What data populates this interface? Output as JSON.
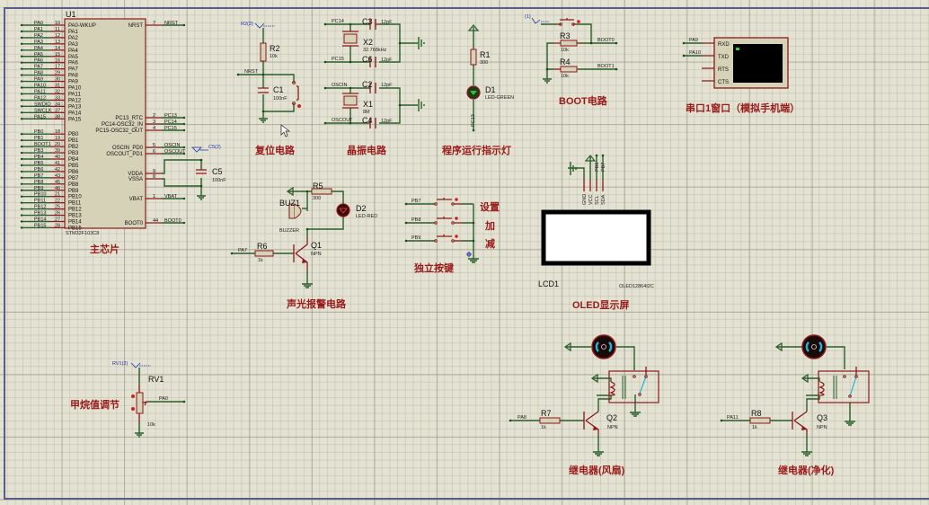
{
  "app": "Proteus ISIS schematic",
  "mcu": {
    "ref": "U1",
    "part": "STM32F103C8",
    "section_title": "主芯片",
    "left_pins": [
      {
        "net": "PA0",
        "num": "10",
        "name": "PA0-WKUP"
      },
      {
        "net": "PA1",
        "num": "11",
        "name": "PA1"
      },
      {
        "net": "PA2",
        "num": "12",
        "name": "PA2"
      },
      {
        "net": "PA3",
        "num": "13",
        "name": "PA3"
      },
      {
        "net": "PA4",
        "num": "14",
        "name": "PA4"
      },
      {
        "net": "PA5",
        "num": "15",
        "name": "PA5"
      },
      {
        "net": "PA6",
        "num": "16",
        "name": "PA6"
      },
      {
        "net": "PA7",
        "num": "17",
        "name": "PA7"
      },
      {
        "net": "PA8",
        "num": "29",
        "name": "PA8"
      },
      {
        "net": "PA9",
        "num": "30",
        "name": "PA9"
      },
      {
        "net": "PA10",
        "num": "31",
        "name": "PA10"
      },
      {
        "net": "PA11",
        "num": "32",
        "name": "PA11"
      },
      {
        "net": "PA12",
        "num": "33",
        "name": "PA12"
      },
      {
        "net": "SWDIO",
        "num": "34",
        "name": "PA13"
      },
      {
        "net": "SWCLK",
        "num": "37",
        "name": "PA14"
      },
      {
        "net": "PA15",
        "num": "38",
        "name": "PA15"
      },
      {
        "net": "PB0",
        "num": "18",
        "name": "PB0"
      },
      {
        "net": "PB1",
        "num": "19",
        "name": "PB1"
      },
      {
        "net": "BOOT1",
        "num": "20",
        "name": "PB2"
      },
      {
        "net": "PB3",
        "num": "39",
        "name": "PB3"
      },
      {
        "net": "PB4",
        "num": "40",
        "name": "PB4"
      },
      {
        "net": "PB5",
        "num": "41",
        "name": "PB5"
      },
      {
        "net": "PB6",
        "num": "42",
        "name": "PB6"
      },
      {
        "net": "PB7",
        "num": "43",
        "name": "PB7"
      },
      {
        "net": "PB8",
        "num": "45",
        "name": "PB8"
      },
      {
        "net": "PB9",
        "num": "46",
        "name": "PB9"
      },
      {
        "net": "PB10",
        "num": "21",
        "name": "PB10"
      },
      {
        "net": "PB11",
        "num": "22",
        "name": "PB11"
      },
      {
        "net": "PB12",
        "num": "25",
        "name": "PB12"
      },
      {
        "net": "PB13",
        "num": "26",
        "name": "PB13"
      },
      {
        "net": "PB14",
        "num": "27",
        "name": "PB14"
      },
      {
        "net": "PB15",
        "num": "28",
        "name": "PB15"
      }
    ],
    "right_pins": [
      {
        "net": "NRST",
        "num": "7",
        "name": "NRST"
      },
      {
        "net": "PC13",
        "num": "2",
        "name": "PC13_RTC"
      },
      {
        "net": "PC14",
        "num": "3",
        "name": "PC14-OSC32_IN"
      },
      {
        "net": "PC15",
        "num": "4",
        "name": "PC15-OSC32_OUT"
      },
      {
        "net": "OSCIN",
        "num": "5",
        "name": "OSCIN_PD0"
      },
      {
        "net": "OSCOUT",
        "num": "6",
        "name": "OSCOUT_PD1"
      },
      {
        "net": "",
        "num": "9",
        "name": "VDDA"
      },
      {
        "net": "",
        "num": "8",
        "name": "VSSA"
      },
      {
        "net": "VBAT",
        "num": "1",
        "name": "VBAT"
      },
      {
        "net": "BOOT0",
        "num": "44",
        "name": "BOOT0"
      }
    ],
    "c5": {
      "ref": "C5",
      "value": "100nF",
      "probe": "C5(2)"
    }
  },
  "reset": {
    "title": "复位电路",
    "r_ref": "R2",
    "r_val": "10k",
    "c_ref": "C1",
    "c_val": "100nF",
    "net": "NRST",
    "probe": "R2(2)"
  },
  "crystal": {
    "title": "晶振电路",
    "x2_ref": "X2",
    "x2_val": "32.768kHz",
    "x1_ref": "X1",
    "x1_val": "8M",
    "caps": [
      {
        "ref": "C3",
        "val": "12pF"
      },
      {
        "ref": "C6",
        "val": "12pF"
      },
      {
        "ref": "C2",
        "val": "12pF"
      },
      {
        "ref": "C4",
        "val": "12pF"
      }
    ],
    "nets": [
      "PC14",
      "PC15",
      "OSCIN",
      "OSCOUT"
    ]
  },
  "led": {
    "title": "程序运行指示灯",
    "r_ref": "R1",
    "r_val": "300",
    "d_ref": "D1",
    "d_val": "LED-GREEN",
    "net": "PC13"
  },
  "boot": {
    "title": "BOOT电路",
    "probe": "(1)",
    "r3_ref": "R3",
    "r3_val": "10k",
    "r4_ref": "R4",
    "r4_val": "10k",
    "net0": "BOOT0",
    "net1": "BOOT1"
  },
  "uart": {
    "title": "串口1窗口（模拟手机端）",
    "pins": [
      "RXD",
      "TXD",
      "RTS",
      "CTS"
    ],
    "nets": [
      "PA9",
      "PA10"
    ]
  },
  "alarm": {
    "title": "声光报警电路",
    "r5_ref": "R5",
    "r5_val": "300",
    "d2_ref": "D2",
    "d2_val": "LED-RED",
    "buz_ref": "BUZ1",
    "buz_val": "BUZZER",
    "r6_ref": "R6",
    "r6_val": "1k",
    "q_ref": "Q1",
    "q_val": "NPN",
    "net": "PA7"
  },
  "keys": {
    "title": "独立按键",
    "nets": [
      "PB7",
      "PB8",
      "PB9"
    ],
    "labels": [
      "设置",
      "加",
      "减"
    ]
  },
  "oled": {
    "title": "OLED显示屏",
    "ref": "LCD1",
    "part": "OLED12864I2C",
    "pins": [
      "GND",
      "VCC",
      "SCL",
      "SDA"
    ],
    "nets": [
      "PB6",
      "PB7"
    ]
  },
  "gas": {
    "title": "甲烷值调节",
    "ref": "RV1",
    "val": "10k",
    "probe": "RV1(2)",
    "net": "PA0"
  },
  "relay_fan": {
    "title": "继电器(风扇)",
    "r_ref": "R7",
    "r_val": "1k",
    "q_ref": "Q2",
    "q_val": "NPN",
    "net": "PA8"
  },
  "relay_purify": {
    "title": "继电器(净化)",
    "r_ref": "R8",
    "r_val": "1k",
    "q_ref": "Q3",
    "q_val": "NPN",
    "net": "PA11"
  },
  "colors": {
    "wire": "#2a5e2a",
    "component": "#8b1a1a",
    "title": "#9a1a1a",
    "body": "#d6d2b8",
    "background": "#e4e3d3"
  }
}
